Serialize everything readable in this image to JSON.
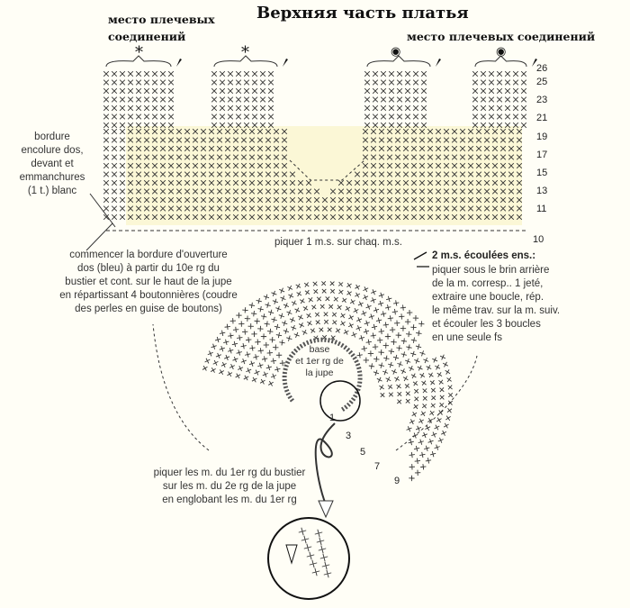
{
  "title": "Верхняя часть платья",
  "labels": {
    "shoulder_left_line1": "место плечевых",
    "shoulder_left_line2": "соединений",
    "shoulder_right": "место плечевых соединений"
  },
  "notes": {
    "bordure": [
      "bordure",
      "encolure dos,",
      "devant et",
      "emmanchures",
      "(1 t.) blanc"
    ],
    "commencer": [
      "commencer la bordure d'ouverture",
      "dos (bleu) à partir du 10e rg du",
      "bustier et cont. sur le haut de la jupe",
      "en répartissant 4 boutonnières (coudre",
      "des perles en guise de boutons)"
    ],
    "piquer_each": "piquer 1 m.s. sur chaq. m.s.",
    "decrease_title": "2 m.s. écoulées ens.:",
    "decrease_body": [
      "piquer sous le brin arrière",
      "de la m. corresp.. 1 jeté,",
      "extraire une boucle, rép.",
      "le même trav. sur la m. suiv.",
      "et écouler les 3 boucles",
      "en une seule fs"
    ],
    "base": [
      "base",
      "et 1er rg de",
      "la jupe"
    ],
    "join": [
      "piquer les m. du 1er rg du bustier",
      "sur les m. du 2e rg de la jupe",
      "en englobant les m. du 1er rg"
    ]
  },
  "row_numbers": [
    "26",
    "25",
    "23",
    "21",
    "19",
    "17",
    "15",
    "13",
    "11",
    "10"
  ],
  "skirt_row_numbers": [
    "1",
    "3",
    "5",
    "7",
    "9"
  ],
  "symbols": {
    "shoulder_left": "*",
    "shoulder_right": "◉"
  },
  "colors": {
    "ink": "#333333",
    "highlight": "#f4ec9a"
  }
}
